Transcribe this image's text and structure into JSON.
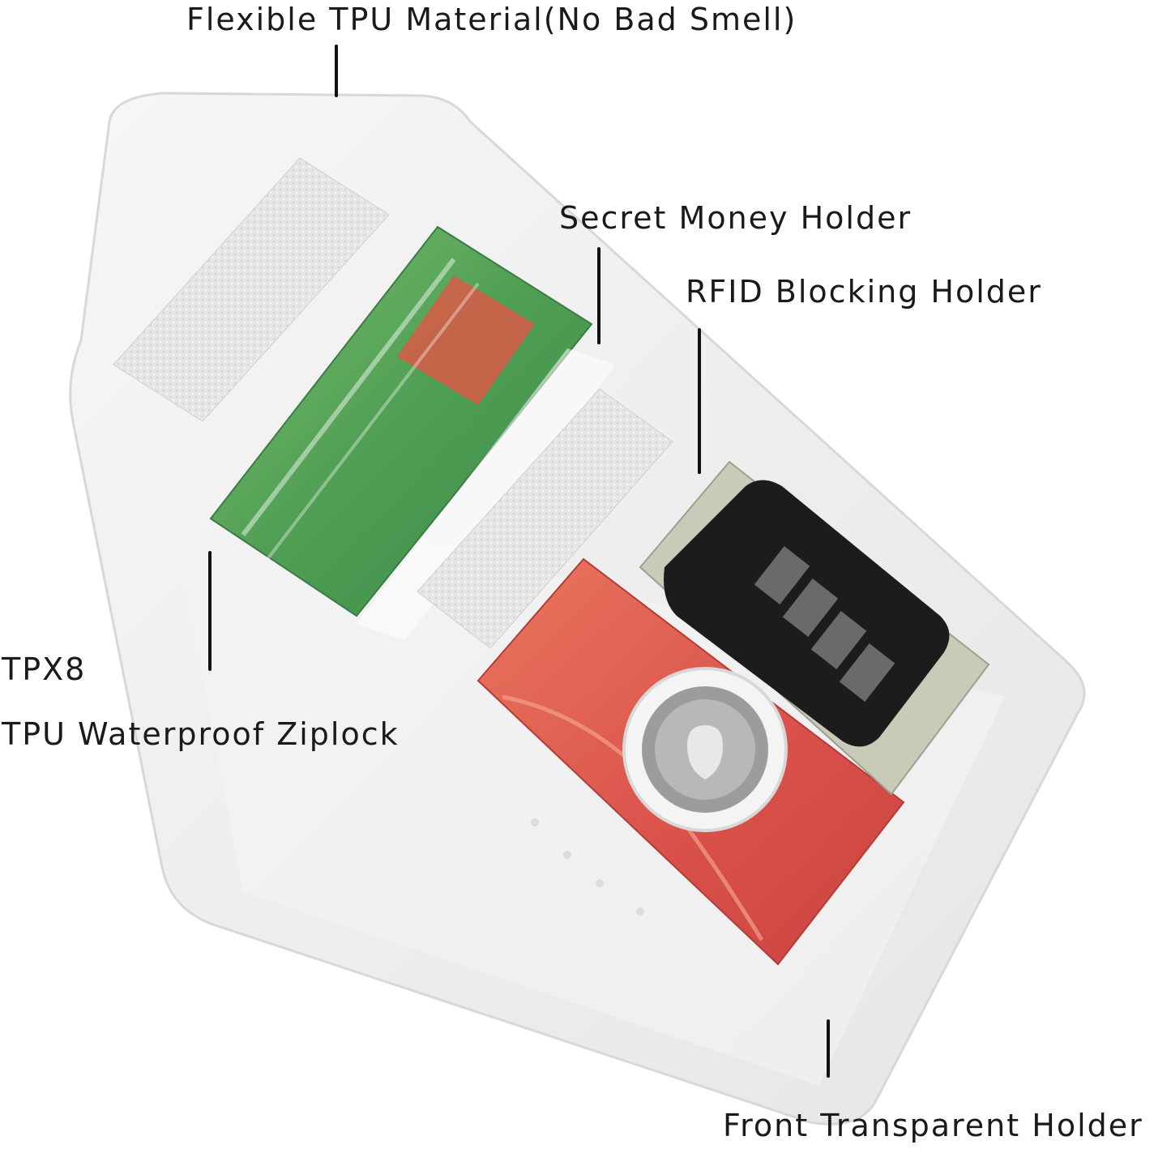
{
  "labels": {
    "flexible_tpu": "Flexible TPU Material(No Bad Smell)",
    "secret_money": "Secret Money Holder",
    "rfid_blocking": "RFID Blocking Holder",
    "model": "TPX8",
    "ziplock": "TPU Waterproof Ziplock",
    "front_holder": "Front Transparent Holder"
  },
  "colors": {
    "background": "#ffffff",
    "text": "#1a1a1a",
    "case": "#eeeeee",
    "velcro": "#e4e4e4",
    "green_banknote": "#5aa55a",
    "red_banknote": "#d8504a",
    "key_fob": "#1c1c1c",
    "airtag": "#f4f4f4"
  }
}
